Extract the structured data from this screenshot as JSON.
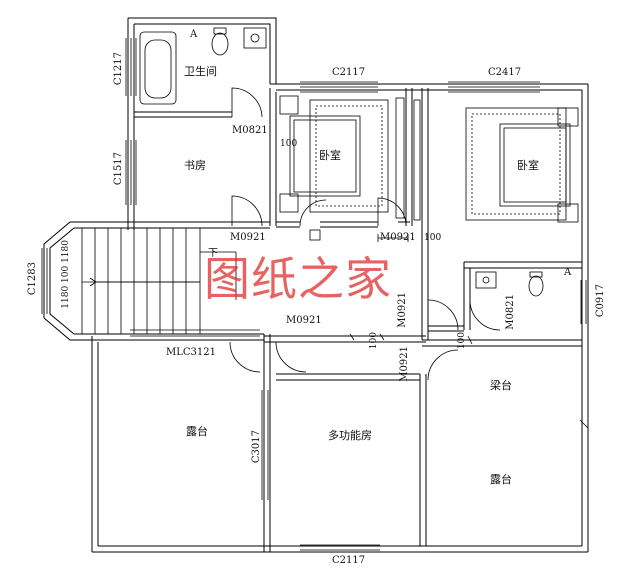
{
  "rooms": {
    "bathroom_top": "卫生间",
    "study": "书房",
    "bedroom_left": "卧室",
    "bedroom_right": "卧室",
    "terrace_left": "露台",
    "multi_room": "多功能房",
    "balcony": "梁台",
    "terrace_right": "露台"
  },
  "codes": {
    "c1217": "C1217",
    "c1517": "C1517",
    "c1283": "C1283",
    "c2117_top": "C2117",
    "c2417": "C2417",
    "c0917": "C0917",
    "c3017": "C3017",
    "c2117_bottom": "C2117",
    "m0821_top": "M0821",
    "m0921_a": "M0921",
    "m0921_b": "M0921",
    "m0921_c": "M0921",
    "m0921_d": "M0921",
    "m0921_e": "M0921",
    "m0821_right": "M0821",
    "mlc3121": "MLC3121"
  },
  "marks": {
    "stair_down": "下",
    "a_top": "A",
    "a_right": "A",
    "dim_100_a": "100",
    "dim_100_b": "100",
    "dim_100_c": "100",
    "dim_100_d": "100",
    "dim_stair": "1180  100  1180"
  },
  "watermark": "图纸之家"
}
